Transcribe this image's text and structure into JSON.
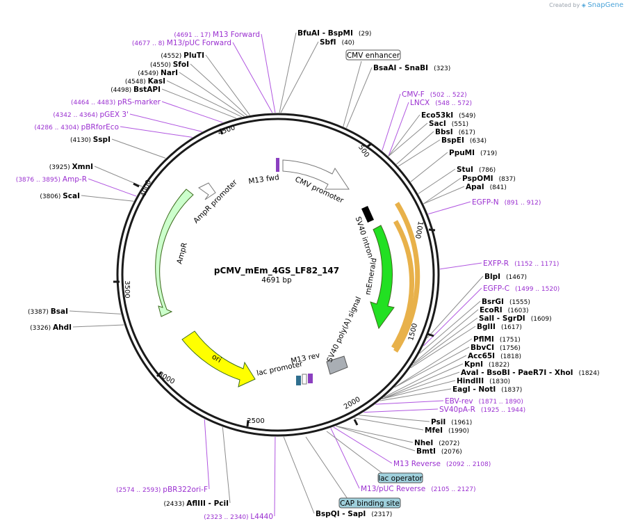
{
  "credit": {
    "prefix": "Created by",
    "brand": "SnapGene"
  },
  "plasmid": {
    "name": "pCMV_mEm_4GS_LF82_147",
    "size": "4691 bp"
  },
  "ticks": [
    "500",
    "1000",
    "1500",
    "2000",
    "2500",
    "3000",
    "3500",
    "4000",
    "4500"
  ],
  "features": [
    {
      "name": "M13 fwd",
      "color": "#8b3fc0"
    },
    {
      "name": "CMV promoter",
      "color": "#ffffff"
    },
    {
      "name": "SV40 intron",
      "color": "#000000"
    },
    {
      "name": "mEmerald",
      "color": "#22e022"
    },
    {
      "name": "SV40 poly(A) signal",
      "color": "#a9aeb4"
    },
    {
      "name": "M13 rev",
      "color": "#8b3fc0"
    },
    {
      "name": "lac promoter",
      "color": "#ffffff"
    },
    {
      "name": "ori",
      "color": "#ffff00"
    },
    {
      "name": "AmpR",
      "color": "#ccffcc"
    },
    {
      "name": "AmpR promoter",
      "color": "#ffffff"
    }
  ],
  "boxed_labels": [
    {
      "text": "CMV enhancer",
      "fill": "#ffffff"
    },
    {
      "text": "lac operator",
      "fill": "#9fd0dc"
    },
    {
      "text": "CAP binding site",
      "fill": "#9fd0dc"
    }
  ],
  "left_labels": [
    {
      "pos": "(4691 .. 17)",
      "name": "M13 Forward",
      "kind": "primer"
    },
    {
      "pos": "(4677 .. 8)",
      "name": "M13/pUC Forward",
      "kind": "primer"
    },
    {
      "pos": "(4552)",
      "name": "PluTI",
      "kind": "enzyme"
    },
    {
      "pos": "(4550)",
      "name": "SfoI",
      "kind": "enzyme"
    },
    {
      "pos": "(4549)",
      "name": "NarI",
      "kind": "enzyme"
    },
    {
      "pos": "(4548)",
      "name": "KasI",
      "kind": "enzyme"
    },
    {
      "pos": "(4498)",
      "name": "BstAPI",
      "kind": "enzyme"
    },
    {
      "pos": "(4464 .. 4483)",
      "name": "pRS-marker",
      "kind": "primer"
    },
    {
      "pos": "(4342 .. 4364)",
      "name": "pGEX 3'",
      "kind": "primer"
    },
    {
      "pos": "(4286 .. 4304)",
      "name": "pBRforEco",
      "kind": "primer"
    },
    {
      "pos": "(4130)",
      "name": "SspI",
      "kind": "enzyme"
    },
    {
      "pos": "(3925)",
      "name": "XmnI",
      "kind": "enzyme"
    },
    {
      "pos": "(3876 .. 3895)",
      "name": "Amp-R",
      "kind": "primer"
    },
    {
      "pos": "(3806)",
      "name": "ScaI",
      "kind": "enzyme"
    },
    {
      "pos": "(3387)",
      "name": "BsaI",
      "kind": "enzyme"
    },
    {
      "pos": "(3326)",
      "name": "AhdI",
      "kind": "enzyme"
    },
    {
      "pos": "(2574 .. 2593)",
      "name": "pBR322ori-F",
      "kind": "primer"
    },
    {
      "pos": "(2433)",
      "name": "AflIII - PciI",
      "kind": "enzyme"
    },
    {
      "pos": "(2323 .. 2340)",
      "name": "L4440",
      "kind": "primer"
    }
  ],
  "right_labels": [
    {
      "name": "BfuAI - BspMI",
      "pos": "(29)",
      "kind": "enzyme"
    },
    {
      "name": "SbfI",
      "pos": "(40)",
      "kind": "enzyme"
    },
    {
      "name": "BsaAI - SnaBI",
      "pos": "(323)",
      "kind": "enzyme"
    },
    {
      "name": "CMV-F",
      "pos": "(502 .. 522)",
      "kind": "primer"
    },
    {
      "name": "LNCX",
      "pos": "(548 .. 572)",
      "kind": "primer"
    },
    {
      "name": "Eco53kI",
      "pos": "(549)",
      "kind": "enzyme"
    },
    {
      "name": "SacI",
      "pos": "(551)",
      "kind": "enzyme"
    },
    {
      "name": "BbsI",
      "pos": "(617)",
      "kind": "enzyme"
    },
    {
      "name": "BspEI",
      "pos": "(634)",
      "kind": "enzyme"
    },
    {
      "name": "PpuMI",
      "pos": "(719)",
      "kind": "enzyme"
    },
    {
      "name": "StuI",
      "pos": "(786)",
      "kind": "enzyme"
    },
    {
      "name": "PspOMI",
      "pos": "(837)",
      "kind": "enzyme"
    },
    {
      "name": "ApaI",
      "pos": "(841)",
      "kind": "enzyme"
    },
    {
      "name": "EGFP-N",
      "pos": "(891 .. 912)",
      "kind": "primer"
    },
    {
      "name": "EXFP-R",
      "pos": "(1152 .. 1171)",
      "kind": "primer"
    },
    {
      "name": "BlpI",
      "pos": "(1467)",
      "kind": "enzyme"
    },
    {
      "name": "EGFP-C",
      "pos": "(1499 .. 1520)",
      "kind": "primer"
    },
    {
      "name": "BsrGI",
      "pos": "(1555)",
      "kind": "enzyme"
    },
    {
      "name": "EcoRI",
      "pos": "(1603)",
      "kind": "enzyme"
    },
    {
      "name": "SalI - SgrDI",
      "pos": "(1609)",
      "kind": "enzyme"
    },
    {
      "name": "BglII",
      "pos": "(1617)",
      "kind": "enzyme"
    },
    {
      "name": "PflMI",
      "pos": "(1751)",
      "kind": "enzyme"
    },
    {
      "name": "BbvCI",
      "pos": "(1756)",
      "kind": "enzyme"
    },
    {
      "name": "Acc65I",
      "pos": "(1818)",
      "kind": "enzyme"
    },
    {
      "name": "KpnI",
      "pos": "(1822)",
      "kind": "enzyme"
    },
    {
      "name": "AvaI - BsoBI - PaeR7I - XhoI",
      "pos": "(1824)",
      "kind": "enzyme"
    },
    {
      "name": "HindIII",
      "pos": "(1830)",
      "kind": "enzyme"
    },
    {
      "name": "EagI - NotI",
      "pos": "(1837)",
      "kind": "enzyme"
    },
    {
      "name": "EBV-rev",
      "pos": "(1871 .. 1890)",
      "kind": "primer"
    },
    {
      "name": "SV40pA-R",
      "pos": "(1925 .. 1944)",
      "kind": "primer"
    },
    {
      "name": "PsiI",
      "pos": "(1961)",
      "kind": "enzyme"
    },
    {
      "name": "MfeI",
      "pos": "(1990)",
      "kind": "enzyme"
    },
    {
      "name": "NheI",
      "pos": "(2072)",
      "kind": "enzyme"
    },
    {
      "name": "BmtI",
      "pos": "(2076)",
      "kind": "enzyme"
    },
    {
      "name": "M13 Reverse",
      "pos": "(2092 .. 2108)",
      "kind": "primer"
    },
    {
      "name": "M13/pUC Reverse",
      "pos": "(2105 .. 2127)",
      "kind": "primer"
    },
    {
      "name": "BspQI - SapI",
      "pos": "(2317)",
      "kind": "enzyme"
    }
  ],
  "colors": {
    "enzyme": "#000000",
    "primer": "#9a2fd0",
    "ring": "#1a1a1a",
    "line": "#8a8a8a",
    "primer_line": "#b055e0"
  }
}
